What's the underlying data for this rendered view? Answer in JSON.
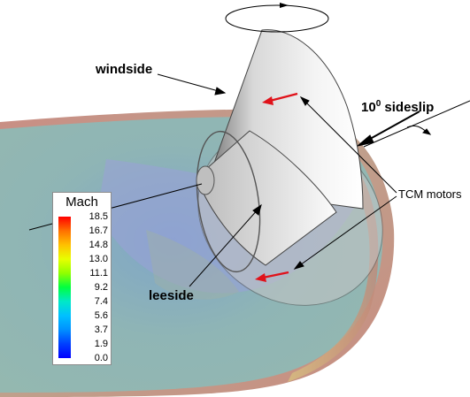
{
  "labels": {
    "windside": "windside",
    "leeside": "leeside",
    "tcm_motors": "TCM motors",
    "sideslip_value": "10",
    "sideslip_exponent": "0",
    "sideslip_text": " sideslip"
  },
  "legend": {
    "title": "Mach",
    "ticks": [
      "18.5",
      "16.7",
      "14.8",
      "13.0",
      "11.1",
      "9.2",
      "7.4",
      "5.6",
      "3.7",
      "1.9",
      "0.0"
    ]
  },
  "colors": {
    "motor_arrow": "#e0121a",
    "flow_surface": "#8fb0b4",
    "wake": "#9aa0d8",
    "shock_edge": "#c48a80"
  },
  "icons": {
    "rotation_indicator": "rotation-ellipse-icon",
    "motor_arrow": "arrow-icon"
  }
}
